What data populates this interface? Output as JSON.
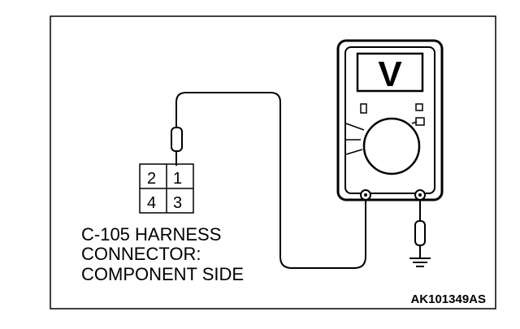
{
  "connector": {
    "pins": [
      "2",
      "1",
      "4",
      "3"
    ],
    "label_lines": [
      "C-105 HARNESS",
      "CONNECTOR:",
      "COMPONENT SIDE"
    ]
  },
  "meter": {
    "display_symbol": "V"
  },
  "figure_code": "AK101349AS"
}
